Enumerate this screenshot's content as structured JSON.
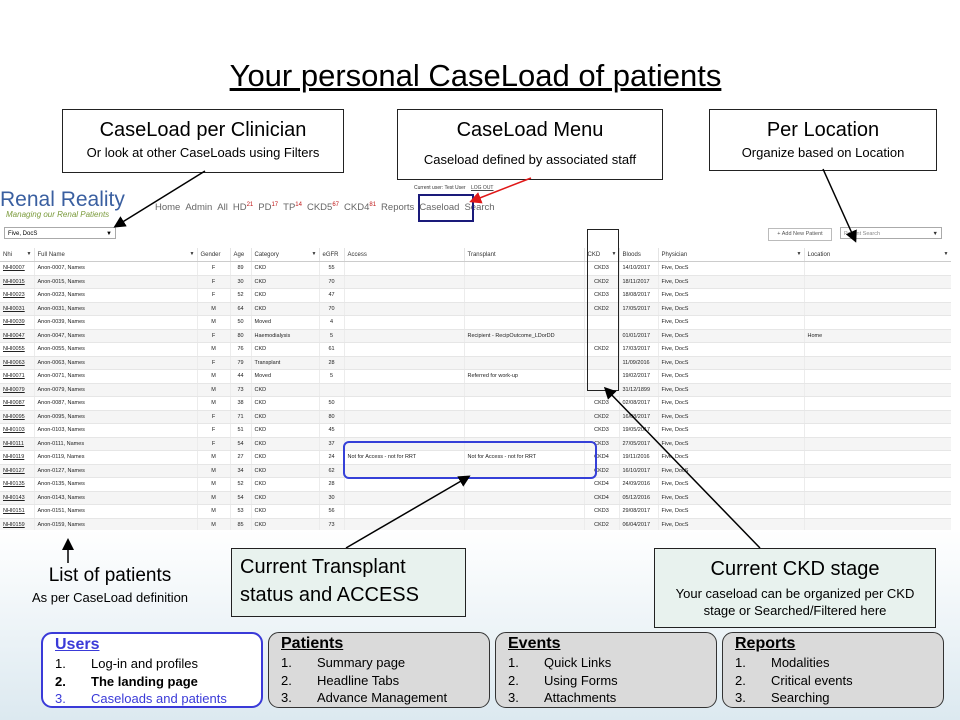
{
  "slide_title": "Your personal CaseLoad of patients",
  "callouts": {
    "clinician": {
      "heading": "CaseLoad per Clinician",
      "sub": "Or look at other CaseLoads using Filters"
    },
    "menu": {
      "heading": "CaseLoad Menu",
      "sub": "Caseload defined by associated staff"
    },
    "location": {
      "heading": "Per Location",
      "sub": "Organize based on Location"
    },
    "list": {
      "heading": "List of patients",
      "sub": "As per CaseLoad definition"
    },
    "transplant": {
      "line1": "Current Transplant",
      "line2": "status and ACCESS"
    },
    "ckd": {
      "heading": "Current CKD stage",
      "sub1": "Your caseload can be organized per CKD",
      "sub2": "stage or Searched/Filtered here"
    }
  },
  "app": {
    "logo": "Renal Reality",
    "tagline": "Managing our Renal Patients",
    "current_user": "Current user: Test User",
    "logout": "LOG OUT",
    "nav": [
      {
        "label": "Home",
        "count": ""
      },
      {
        "label": "Admin",
        "count": ""
      },
      {
        "label": "All",
        "count": ""
      },
      {
        "label": "HD",
        "count": "21"
      },
      {
        "label": "PD",
        "count": "17"
      },
      {
        "label": "TP",
        "count": "14"
      },
      {
        "label": "CKD5",
        "count": "67"
      },
      {
        "label": "CKD4",
        "count": "81"
      },
      {
        "label": "Reports",
        "count": ""
      },
      {
        "label": "Caseload",
        "count": ""
      },
      {
        "label": "Search",
        "count": ""
      }
    ],
    "caseload_filter": "Five, DocS",
    "add_patient": "+ Add New Patient",
    "patient_search_placeholder": "Patient Search",
    "columns": [
      "Nhi",
      "Full Name",
      "Gender",
      "Age",
      "Category",
      "eGFR",
      "Access",
      "Transplant",
      "CKD",
      "Bloods",
      "Physician",
      "Location"
    ],
    "rows": [
      [
        "NHI0007",
        "Anon-0007, Names",
        "F",
        "89",
        "CKD",
        "55",
        "",
        "",
        "CKD3",
        "14/10/2017",
        "Five, DocS",
        ""
      ],
      [
        "NHI0015",
        "Anon-0015, Names",
        "F",
        "30",
        "CKD",
        "70",
        "",
        "",
        "CKD2",
        "18/11/2017",
        "Five, DocS",
        ""
      ],
      [
        "NHI0023",
        "Anon-0023, Names",
        "F",
        "52",
        "CKD",
        "47",
        "",
        "",
        "CKD3",
        "18/08/2017",
        "Five, DocS",
        ""
      ],
      [
        "NHI0031",
        "Anon-0031, Names",
        "M",
        "64",
        "CKD",
        "70",
        "",
        "",
        "CKD2",
        "17/05/2017",
        "Five, DocS",
        ""
      ],
      [
        "NHI0039",
        "Anon-0039, Names",
        "M",
        "50",
        "Moved",
        "4",
        "",
        "",
        "",
        "",
        "Five, DocS",
        ""
      ],
      [
        "NHI0047",
        "Anon-0047, Names",
        "F",
        "80",
        "Haemodialysis",
        "5",
        "",
        "Recipient - RecipOutcome_LDorDD",
        "",
        "01/01/2017",
        "Five, DocS",
        "Home"
      ],
      [
        "NHI0055",
        "Anon-0055, Names",
        "M",
        "76",
        "CKD",
        "61",
        "",
        "",
        "CKD2",
        "17/03/2017",
        "Five, DocS",
        ""
      ],
      [
        "NHI0063",
        "Anon-0063, Names",
        "F",
        "79",
        "Transplant",
        "28",
        "",
        "",
        "",
        "11/09/2016",
        "Five, DocS",
        ""
      ],
      [
        "NHI0071",
        "Anon-0071, Names",
        "M",
        "44",
        "Moved",
        "5",
        "",
        "Referred for work-up",
        "",
        "19/02/2017",
        "Five, DocS",
        ""
      ],
      [
        "NHI0079",
        "Anon-0079, Names",
        "M",
        "73",
        "CKD",
        "",
        "",
        "",
        "",
        "31/12/1899",
        "Five, DocS",
        ""
      ],
      [
        "NHI0087",
        "Anon-0087, Names",
        "M",
        "38",
        "CKD",
        "50",
        "",
        "",
        "CKD3",
        "02/08/2017",
        "Five, DocS",
        ""
      ],
      [
        "NHI0095",
        "Anon-0095, Names",
        "F",
        "71",
        "CKD",
        "80",
        "",
        "",
        "CKD2",
        "16/08/2017",
        "Five, DocS",
        ""
      ],
      [
        "NHI0103",
        "Anon-0103, Names",
        "F",
        "51",
        "CKD",
        "45",
        "",
        "",
        "CKD3",
        "19/05/2017",
        "Five, DocS",
        ""
      ],
      [
        "NHI0111",
        "Anon-0111, Names",
        "F",
        "54",
        "CKD",
        "37",
        "",
        "",
        "CKD3",
        "27/05/2017",
        "Five, DocS",
        ""
      ],
      [
        "NHI0119",
        "Anon-0119, Names",
        "M",
        "27",
        "CKD",
        "24",
        "Not for Access - not for RRT",
        "Not for Access - not for RRT",
        "CKD4",
        "19/11/2016",
        "Five, DocS",
        ""
      ],
      [
        "NHI0127",
        "Anon-0127, Names",
        "M",
        "34",
        "CKD",
        "62",
        "",
        "",
        "CKD2",
        "16/10/2017",
        "Five, DocS",
        ""
      ],
      [
        "NHI0135",
        "Anon-0135, Names",
        "M",
        "52",
        "CKD",
        "28",
        "",
        "",
        "CKD4",
        "24/09/2016",
        "Five, DocS",
        ""
      ],
      [
        "NHI0143",
        "Anon-0143, Names",
        "M",
        "54",
        "CKD",
        "30",
        "",
        "",
        "CKD4",
        "05/12/2016",
        "Five, DocS",
        ""
      ],
      [
        "NHI0151",
        "Anon-0151, Names",
        "M",
        "53",
        "CKD",
        "56",
        "",
        "",
        "CKD3",
        "29/08/2017",
        "Five, DocS",
        ""
      ],
      [
        "NHI0159",
        "Anon-0159, Names",
        "M",
        "85",
        "CKD",
        "73",
        "",
        "",
        "CKD2",
        "06/04/2017",
        "Five, DocS",
        ""
      ]
    ]
  },
  "cards": [
    {
      "title": "Users",
      "items": [
        "Log-in and profiles",
        "The landing page",
        "Caseloads and patients"
      ]
    },
    {
      "title": "Patients",
      "items": [
        "Summary page",
        "Headline Tabs",
        "Advance Management"
      ]
    },
    {
      "title": "Events",
      "items": [
        "Quick Links",
        "Using Forms",
        "Attachments"
      ]
    },
    {
      "title": "Reports",
      "items": [
        "Modalities",
        "Critical events",
        "Searching"
      ]
    }
  ],
  "colors": {
    "accent_blue": "#3a3ad8",
    "arrow_red": "#e01818",
    "badge_red": "#c01818",
    "logo_blue": "#3a5fa0",
    "tagline_green": "#7a9a3a"
  }
}
